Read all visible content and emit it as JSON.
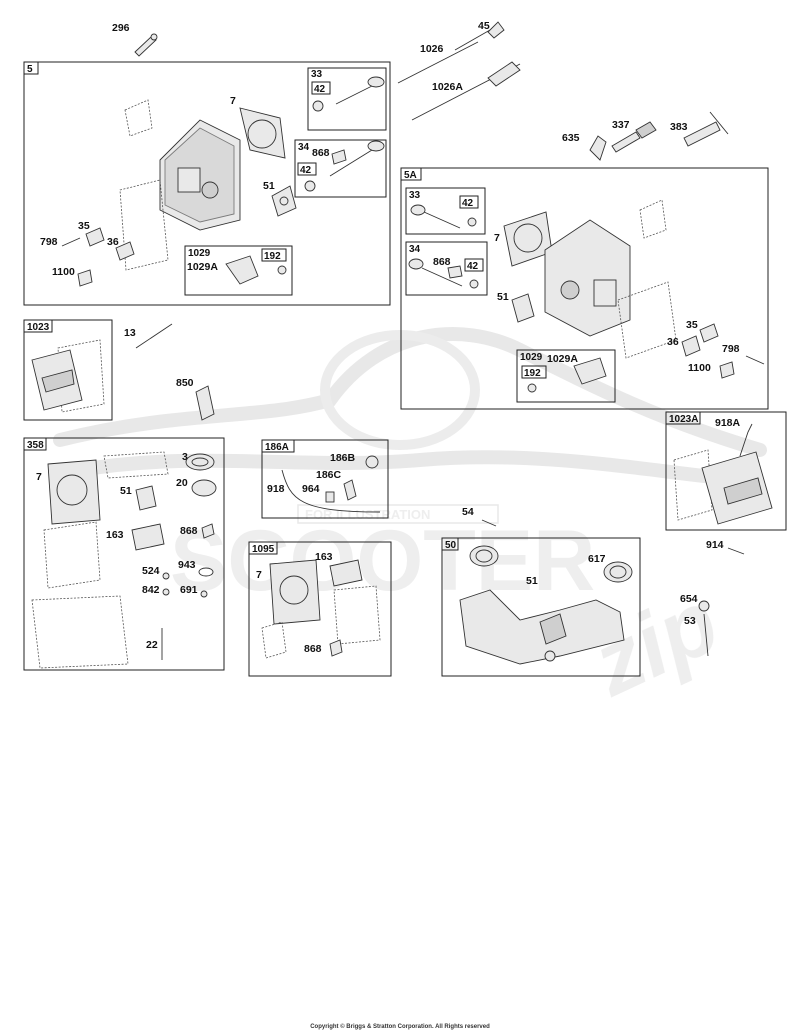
{
  "copyright": "Copyright © Briggs & Stratton Corporation. All Rights reserved",
  "watermark": {
    "brand": "SCOOTER",
    "suffix": "zip",
    "stamp": "FOR ILLUSTRATION"
  },
  "groups": [
    {
      "id": "5",
      "tag": "5"
    },
    {
      "id": "5A",
      "tag": "5A"
    },
    {
      "id": "1023",
      "tag": "1023"
    },
    {
      "id": "1023A",
      "tag": "1023A"
    },
    {
      "id": "358",
      "tag": "358"
    },
    {
      "id": "186A",
      "tag": "186A"
    },
    {
      "id": "1095",
      "tag": "1095"
    },
    {
      "id": "50",
      "tag": "50"
    }
  ],
  "subgroups": {
    "g5_33": "33",
    "g5_33_42": "42",
    "g5_34": "34",
    "g5_34_42": "42",
    "g5_1029": "1029",
    "g5_1029_192": "192",
    "g5a_33": "33",
    "g5a_33_42": "42",
    "g5a_34": "34",
    "g5a_34_42": "42",
    "g5a_1029": "1029",
    "g5a_1029_192": "192"
  },
  "labels": {
    "p296": "296",
    "p45": "45",
    "p1026": "1026",
    "p1026A": "1026A",
    "p337": "337",
    "p383": "383",
    "p635": "635",
    "g5_7": "7",
    "g5_51": "51",
    "g5_868": "868",
    "g5_35": "35",
    "g5_36": "36",
    "g5_798": "798",
    "g5_1100": "1100",
    "g5_1029A": "1029A",
    "g5a_7": "7",
    "g5a_868": "868",
    "g5a_51": "51",
    "g5a_1029A": "1029A",
    "g5a_35": "35",
    "g5a_36": "36",
    "g5a_798": "798",
    "g5a_1100": "1100",
    "p13": "13",
    "p850": "850",
    "g1023a_918A": "918A",
    "g358_7": "7",
    "g358_3": "3",
    "g358_20": "20",
    "g358_51": "51",
    "g358_163": "163",
    "g358_868": "868",
    "g358_524": "524",
    "g358_943": "943",
    "g358_842": "842",
    "g358_691": "691",
    "g358_22": "22",
    "g186_186B": "186B",
    "g186_186C": "186C",
    "g186_918": "918",
    "g186_964": "964",
    "g1095_7": "7",
    "g1095_163": "163",
    "g1095_868": "868",
    "p54": "54",
    "g50_51": "51",
    "g50_617": "617",
    "p914": "914",
    "p654": "654",
    "p53": "53"
  }
}
